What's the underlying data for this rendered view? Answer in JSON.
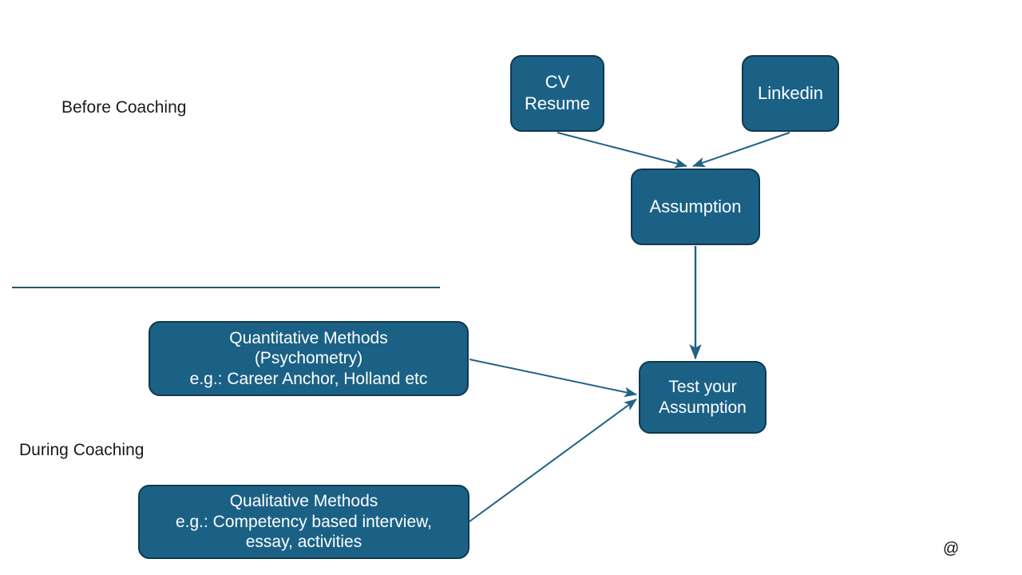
{
  "diagram": {
    "title_colors": {
      "node_fill": "#1b6186",
      "node_border": "#11384c",
      "edge": "#1f6286",
      "divider": "#27596f",
      "text_on_node": "#ffffff",
      "text_label": "#1a1a1a",
      "background": "#ffffff"
    },
    "sections": [
      {
        "id": "before",
        "label": "Before Coaching"
      },
      {
        "id": "during",
        "label": "During Coaching"
      }
    ],
    "nodes": [
      {
        "id": "cv",
        "label": "CV\nResume"
      },
      {
        "id": "linkedin",
        "label": "Linkedin"
      },
      {
        "id": "assumption",
        "label": "Assumption"
      },
      {
        "id": "test",
        "label": "Test your\nAssumption"
      },
      {
        "id": "quant",
        "label": "Quantitative Methods\n(Psychometry)\ne.g.: Career Anchor, Holland etc"
      },
      {
        "id": "qual",
        "label": "Qualitative Methods\ne.g.: Competency based interview,\nessay, activities"
      }
    ],
    "edges": [
      {
        "from": "cv",
        "to": "assumption"
      },
      {
        "from": "linkedin",
        "to": "assumption"
      },
      {
        "from": "assumption",
        "to": "test"
      },
      {
        "from": "quant",
        "to": "test"
      },
      {
        "from": "qual",
        "to": "test"
      }
    ],
    "watermark": "@"
  }
}
